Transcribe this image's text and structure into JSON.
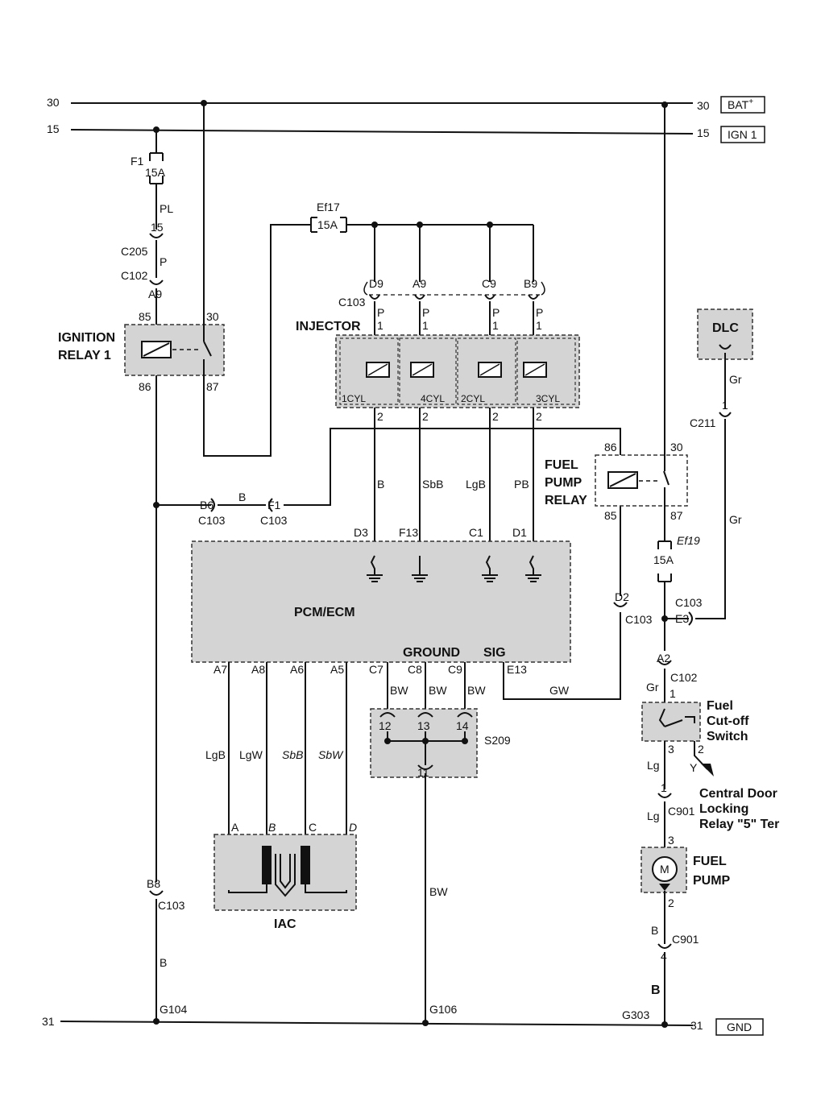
{
  "rails": {
    "r30_left": "30",
    "r15_left": "15",
    "r30_right": "30",
    "r15_right": "15",
    "r31_left": "31",
    "r31_right": "31",
    "bat": "BAT",
    "bat_sup": "+",
    "ign": "IGN 1",
    "gnd": "GND"
  },
  "fuses": {
    "f1_name": "F1",
    "f1_rating": "15A",
    "ef17_name": "Ef17",
    "ef17_rating": "15A",
    "ef19_name": "Ef19",
    "ef19_rating": "15A"
  },
  "ignition": {
    "title_1": "IGNITION",
    "title_2": "RELAY 1",
    "pin85": "85",
    "pin30": "30",
    "pin86": "86",
    "pin87": "87",
    "wire_pl": "PL",
    "c205_pin": "15",
    "c205": "C205",
    "wire_p": "P",
    "c102": "C102",
    "c102_pin": "A9"
  },
  "injector": {
    "title": "INJECTOR",
    "c103": "C103",
    "pins": [
      "D9",
      "A9",
      "C9",
      "B9"
    ],
    "wire_top": "P",
    "pin_top": "1",
    "pin_bottom": "2",
    "cyl": [
      "1CYL",
      "4CYL",
      "2CYL",
      "3CYL"
    ],
    "wires": [
      "B",
      "SbB",
      "LgB",
      "PB"
    ],
    "ecm_pins": [
      "D3",
      "F13",
      "C1",
      "D1"
    ]
  },
  "ground_branch": {
    "b6": "B6",
    "c103_a": "C103",
    "wire_b": "B",
    "f1": "F1",
    "c103_b": "C103"
  },
  "fuel_relay": {
    "title_1": "FUEL",
    "title_2": "PUMP",
    "title_3": "RELAY",
    "pin86": "86",
    "pin30": "30",
    "pin85": "85",
    "pin87": "87"
  },
  "dlc": {
    "title": "DLC",
    "wire_gr": "Gr",
    "c211_pin": "1",
    "c211": "C211",
    "wire_gr2": "Gr"
  },
  "ecm": {
    "title": "PCM/ECM",
    "ground": "GROUND",
    "sig": "SIG",
    "pins_bottom": [
      "A7",
      "A8",
      "A6",
      "A5"
    ],
    "ground_pins": [
      "C7",
      "C8",
      "C9"
    ],
    "sig_pin": "E13",
    "gw": "GW",
    "d2": "D2",
    "c103": "C103"
  },
  "iac": {
    "title": "IAC",
    "wires": [
      "LgB",
      "LgW",
      "SbB",
      "SbW"
    ],
    "pins": [
      "A",
      "B",
      "C",
      "D"
    ]
  },
  "s209": {
    "title": "S209",
    "wires": [
      "BW",
      "BW",
      "BW"
    ],
    "pins": [
      "12",
      "13",
      "14"
    ],
    "out_pin": "11",
    "out_wire": "BW"
  },
  "right": {
    "c103_pin": "E3",
    "c103": "C103",
    "c102_pin": "A2",
    "c102": "C102",
    "wire_gr": "Gr",
    "pin1": "1",
    "switch_1": "Fuel",
    "switch_2": "Cut-off",
    "switch_3": "Switch",
    "pin3": "3",
    "pin2": "2",
    "wire_y": "Y",
    "note_1": "Central Door",
    "note_2": "Locking",
    "note_3": "Relay \"5\" Ter",
    "wire_lg": "Lg",
    "c901_pin": "1",
    "c901": "C901",
    "wire_lg2": "Lg",
    "pump_pin3": "3",
    "pump_1": "FUEL",
    "pump_2": "PUMP",
    "pump_pin2": "2",
    "wire_b": "B",
    "c901b": "C901",
    "c901b_pin": "4",
    "wire_b2": "B"
  },
  "grounds": {
    "b8": "B8",
    "c103": "C103",
    "wire_b": "B",
    "g104": "G104",
    "g106": "G106",
    "g303": "G303"
  }
}
